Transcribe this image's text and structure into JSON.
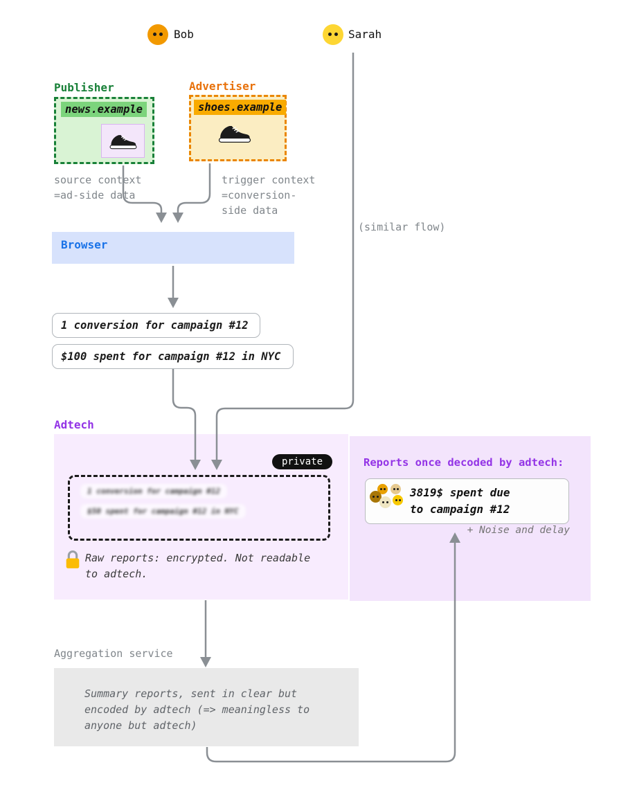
{
  "actors": {
    "bob": {
      "label": "Bob"
    },
    "sarah": {
      "label": "Sarah"
    }
  },
  "publisher": {
    "label": "Publisher",
    "site": "news.example"
  },
  "advertiser": {
    "label": "Advertiser",
    "site": "shoes.example"
  },
  "annotations": {
    "source_context": "source context\n=ad-side data",
    "trigger_context": "trigger context\n=conversion-\nside data",
    "similar_flow": "(similar flow)",
    "noise_delay": "+ Noise and delay"
  },
  "browser": {
    "label": "Browser"
  },
  "reports": [
    "1 conversion for campaign #12",
    "$100 spent for campaign #12 in NYC"
  ],
  "adtech": {
    "label": "Adtech",
    "private_badge": "private",
    "encrypted_reports": [
      "1 conversion for campaign #12",
      "$50 spent for campaign #12 in NYC"
    ],
    "lock_note": "Raw reports: encrypted. Not readable to adtech.",
    "decoded_title": "Reports once decoded by adtech:",
    "decoded_report": "3819$ spent due\nto campaign #12"
  },
  "aggregation": {
    "label": "Aggregation service",
    "box_text": "Summary reports, sent in clear but\nencoded by adtech (=> meaningless to\nanyone but adtech)"
  },
  "colors": {
    "publisher_green": "#188038",
    "advertiser_orange": "#e8710a",
    "browser_blue": "#1a73e8",
    "adtech_purple": "#9334e6",
    "wire_gray": "#8a8f94"
  }
}
